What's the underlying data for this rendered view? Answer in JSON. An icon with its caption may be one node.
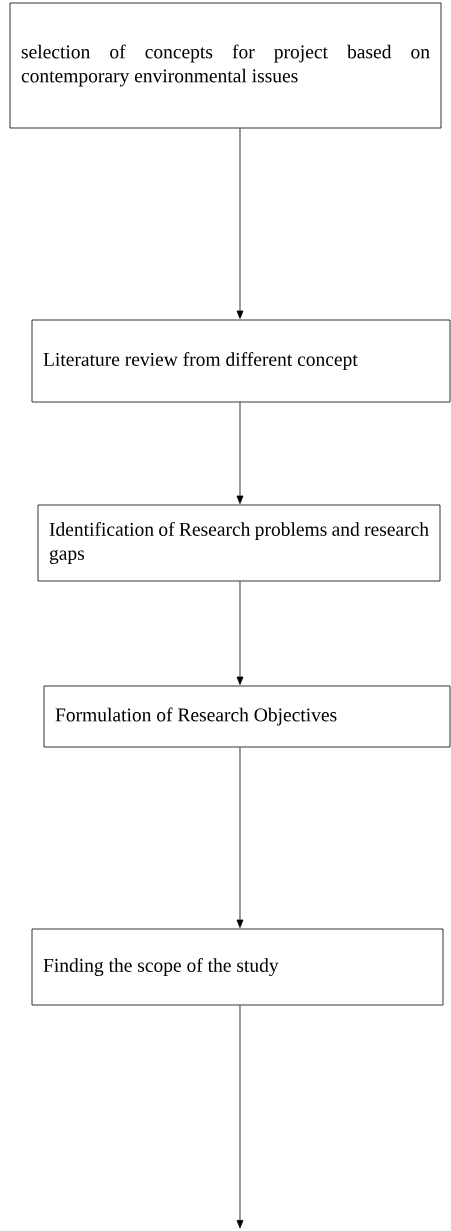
{
  "diagram": {
    "nodes": [
      {
        "text": [
          "selection of concepts for project based on contemporary environmental issues"
        ]
      },
      {
        "text": [
          "Literature review from different concept"
        ]
      },
      {
        "text": [
          "Identification of Research problems and research gaps"
        ]
      },
      {
        "text": [
          "Formulation of Research Objectives"
        ]
      },
      {
        "text": [
          "Finding the scope of the study"
        ]
      }
    ],
    "edges": [
      {
        "from": 0,
        "to": 1,
        "arrow": "to"
      },
      {
        "from": 1,
        "to": 2,
        "arrow": "to"
      },
      {
        "from": 2,
        "to": 3,
        "arrow": "to"
      },
      {
        "from": 3,
        "to": 4,
        "arrow": "to"
      },
      {
        "from": 4,
        "to": null,
        "arrow": "to"
      }
    ]
  }
}
